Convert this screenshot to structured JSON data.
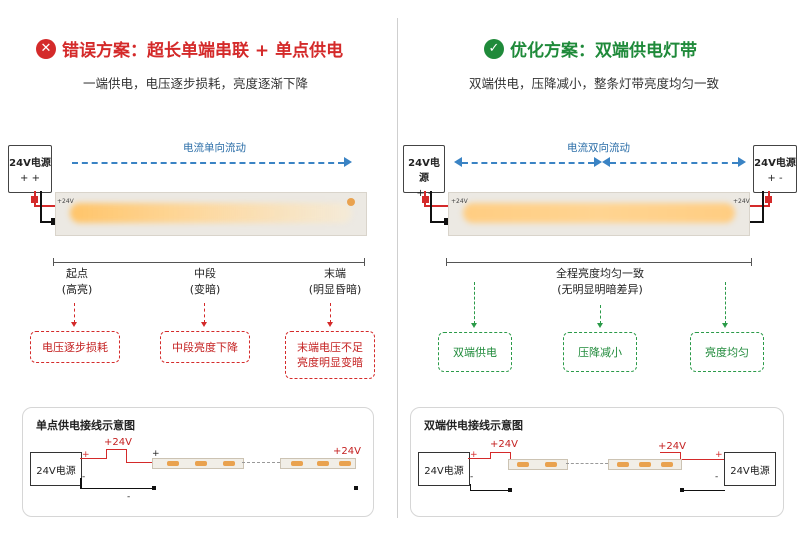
{
  "left": {
    "title": "错误方案：超长单端串联 + 单点供电",
    "badge": "✕",
    "subtitle": "一端供电，电压逐步损耗，亮度逐渐下降",
    "psu_label": "24V电源",
    "psu_pins": "+ +",
    "strip_tag": "+24V",
    "flow_text": "电流单向流动",
    "segments": [
      {
        "title": "起点",
        "sub": "(高亮)"
      },
      {
        "title": "中段",
        "sub": "(变暗)"
      },
      {
        "title": "末端",
        "sub": "(明显昏暗)"
      }
    ],
    "boxes": [
      "电压逐步损耗",
      "中段亮度下降",
      "末端电压不足\n亮度明显变暗"
    ],
    "card_title": "单点供电接线示意图",
    "card_psu": "24V电源",
    "card_plus": "+",
    "card_minus": "-",
    "card_v1": "+24V",
    "card_v2": "+24V",
    "card_end_minus": "-",
    "card_mid_minus": "-"
  },
  "right": {
    "title": "优化方案：双端供电灯带",
    "badge": "✓",
    "subtitle": "双端供电，压降减小，整条灯带亮度均匀一致",
    "psu_label_l": "24V电源",
    "psu_label_r": "24V电源",
    "psu_pins_l": "+ -",
    "psu_pins_r": "+ -",
    "strip_tag_l": "+24V",
    "strip_tag_r": "+24V",
    "flow_text": "电流双向流动",
    "summary_title": "全程亮度均匀一致",
    "summary_sub": "(无明显明暗差异)",
    "boxes": [
      "双端供电",
      "压降减小",
      "亮度均匀"
    ],
    "card_title": "双端供电接线示意图",
    "card_psu_l": "24V电源",
    "card_psu_r": "24V电源",
    "card_v1": "+24V",
    "card_v2": "+24V",
    "card_plus": "+",
    "card_minus": "-"
  },
  "colors": {
    "wrong": "#d42a2a",
    "right": "#1f8a3a",
    "flow": "#3a83c4"
  }
}
